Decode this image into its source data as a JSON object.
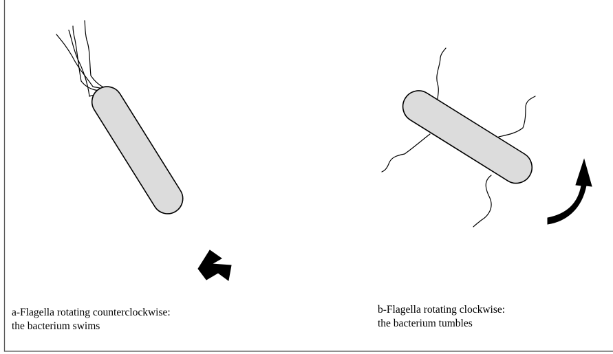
{
  "panel_a": {
    "caption_line1": "a-Flagella rotating counterclockwise:",
    "caption_line2": "the bacterium swims",
    "arrow": "down-right-arrow"
  },
  "panel_b": {
    "caption_line1": "b-Flagella rotating clockwise:",
    "caption_line2": "the bacterium tumbles",
    "arrow": "curved-rotation-arrow"
  },
  "colors": {
    "bacterium_fill": "#dcdcdc",
    "outline": "#000000",
    "frame": "#555555"
  }
}
